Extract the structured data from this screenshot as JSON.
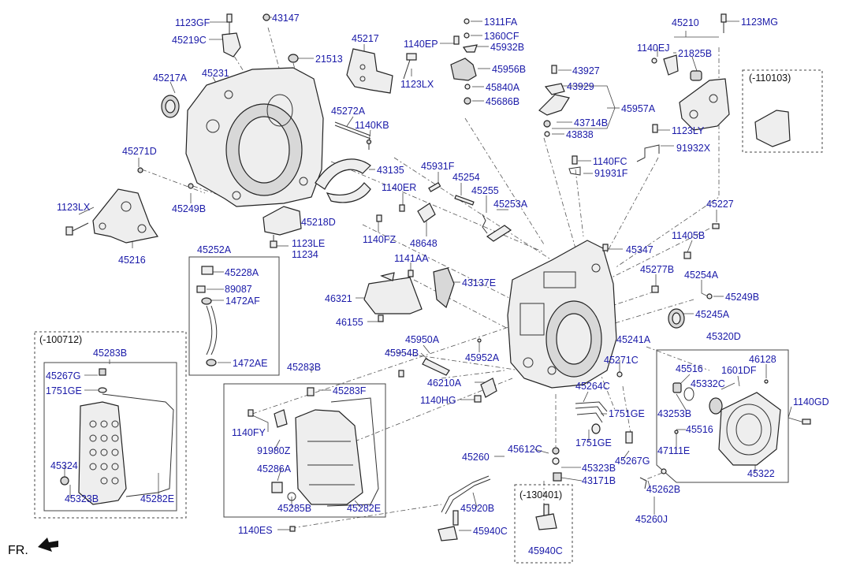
{
  "direction_label": "FR.",
  "groups": [
    {
      "id": "g-100712",
      "label": "(-100712)"
    },
    {
      "id": "g-110103",
      "label": "(-110103)"
    },
    {
      "id": "g-130401",
      "label": "(-130401)"
    }
  ],
  "labels": [
    {
      "text": "1123GF"
    },
    {
      "text": "43147"
    },
    {
      "text": "45219C"
    },
    {
      "text": "21513"
    },
    {
      "text": "45217"
    },
    {
      "text": "1311FA"
    },
    {
      "text": "1140EP"
    },
    {
      "text": "1360CF"
    },
    {
      "text": "45932B"
    },
    {
      "text": "45956B"
    },
    {
      "text": "45210"
    },
    {
      "text": "1123MG"
    },
    {
      "text": "1140EJ"
    },
    {
      "text": "21825B"
    },
    {
      "text": "1123LX"
    },
    {
      "text": "45217A"
    },
    {
      "text": "45231"
    },
    {
      "text": "43927"
    },
    {
      "text": "43929"
    },
    {
      "text": "45840A"
    },
    {
      "text": "45686B"
    },
    {
      "text": "45957A"
    },
    {
      "text": "45272A"
    },
    {
      "text": "1140KB"
    },
    {
      "text": "43714B"
    },
    {
      "text": "43838"
    },
    {
      "text": "1123LY"
    },
    {
      "text": "45271D"
    },
    {
      "text": "91932X"
    },
    {
      "text": "43135"
    },
    {
      "text": "45931F"
    },
    {
      "text": "1140FC"
    },
    {
      "text": "91931F"
    },
    {
      "text": "45254"
    },
    {
      "text": "1140ER"
    },
    {
      "text": "45255"
    },
    {
      "text": "1123LX"
    },
    {
      "text": "45249B"
    },
    {
      "text": "45253A"
    },
    {
      "text": "45227"
    },
    {
      "text": "45218D"
    },
    {
      "text": "1140FZ"
    },
    {
      "text": "48648"
    },
    {
      "text": "11405B"
    },
    {
      "text": "45216"
    },
    {
      "text": "1123LE"
    },
    {
      "text": "11234"
    },
    {
      "text": "45252A"
    },
    {
      "text": "45347"
    },
    {
      "text": "1141AA"
    },
    {
      "text": "45228A"
    },
    {
      "text": "45277B"
    },
    {
      "text": "45254A"
    },
    {
      "text": "89087"
    },
    {
      "text": "43137E"
    },
    {
      "text": "1472AF"
    },
    {
      "text": "46321"
    },
    {
      "text": "45249B"
    },
    {
      "text": "45245A"
    },
    {
      "text": "46155"
    },
    {
      "text": "45241A"
    },
    {
      "text": "45950A"
    },
    {
      "text": "45320D"
    },
    {
      "text": "45283B"
    },
    {
      "text": "45954B"
    },
    {
      "text": "45952A"
    },
    {
      "text": "46128"
    },
    {
      "text": "1472AE"
    },
    {
      "text": "45271C"
    },
    {
      "text": "45516"
    },
    {
      "text": "1601DF"
    },
    {
      "text": "45283B"
    },
    {
      "text": "45267G"
    },
    {
      "text": "46210A"
    },
    {
      "text": "45264C"
    },
    {
      "text": "45332C"
    },
    {
      "text": "1751GE"
    },
    {
      "text": "45283F"
    },
    {
      "text": "1140HG"
    },
    {
      "text": "1140GD"
    },
    {
      "text": "1751GE"
    },
    {
      "text": "43253B"
    },
    {
      "text": "1140FY"
    },
    {
      "text": "45516"
    },
    {
      "text": "1751GE"
    },
    {
      "text": "47111E"
    },
    {
      "text": "91980Z"
    },
    {
      "text": "45260"
    },
    {
      "text": "45612C"
    },
    {
      "text": "45267G"
    },
    {
      "text": "45324"
    },
    {
      "text": "45323B"
    },
    {
      "text": "45322"
    },
    {
      "text": "45286A"
    },
    {
      "text": "43171B"
    },
    {
      "text": "45323B"
    },
    {
      "text": "45282E"
    },
    {
      "text": "45262B"
    },
    {
      "text": "45285B"
    },
    {
      "text": "45920B"
    },
    {
      "text": "45282E"
    },
    {
      "text": "45260J"
    },
    {
      "text": "1140ES"
    },
    {
      "text": "45940C"
    },
    {
      "text": "45940C"
    }
  ]
}
